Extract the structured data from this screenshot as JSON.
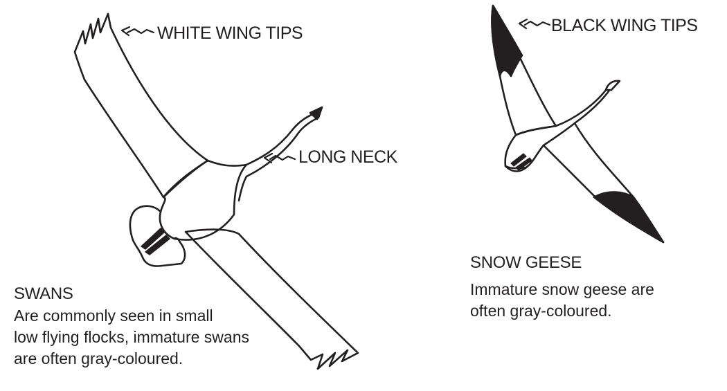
{
  "swan": {
    "callouts": {
      "wing_tips": "WHITE WING TIPS",
      "neck": "LONG NECK"
    },
    "title": "SWANS",
    "description": [
      "Are commonly seen in small",
      "low flying flocks, immature swans",
      "are often gray-coloured."
    ]
  },
  "goose": {
    "callouts": {
      "wing_tips": "BLACK WING TIPS"
    },
    "title": "SNOW GEESE",
    "description": [
      "Immature snow geese are",
      "often gray-coloured."
    ]
  },
  "colors": {
    "ink": "#231f20",
    "background": "#ffffff"
  }
}
